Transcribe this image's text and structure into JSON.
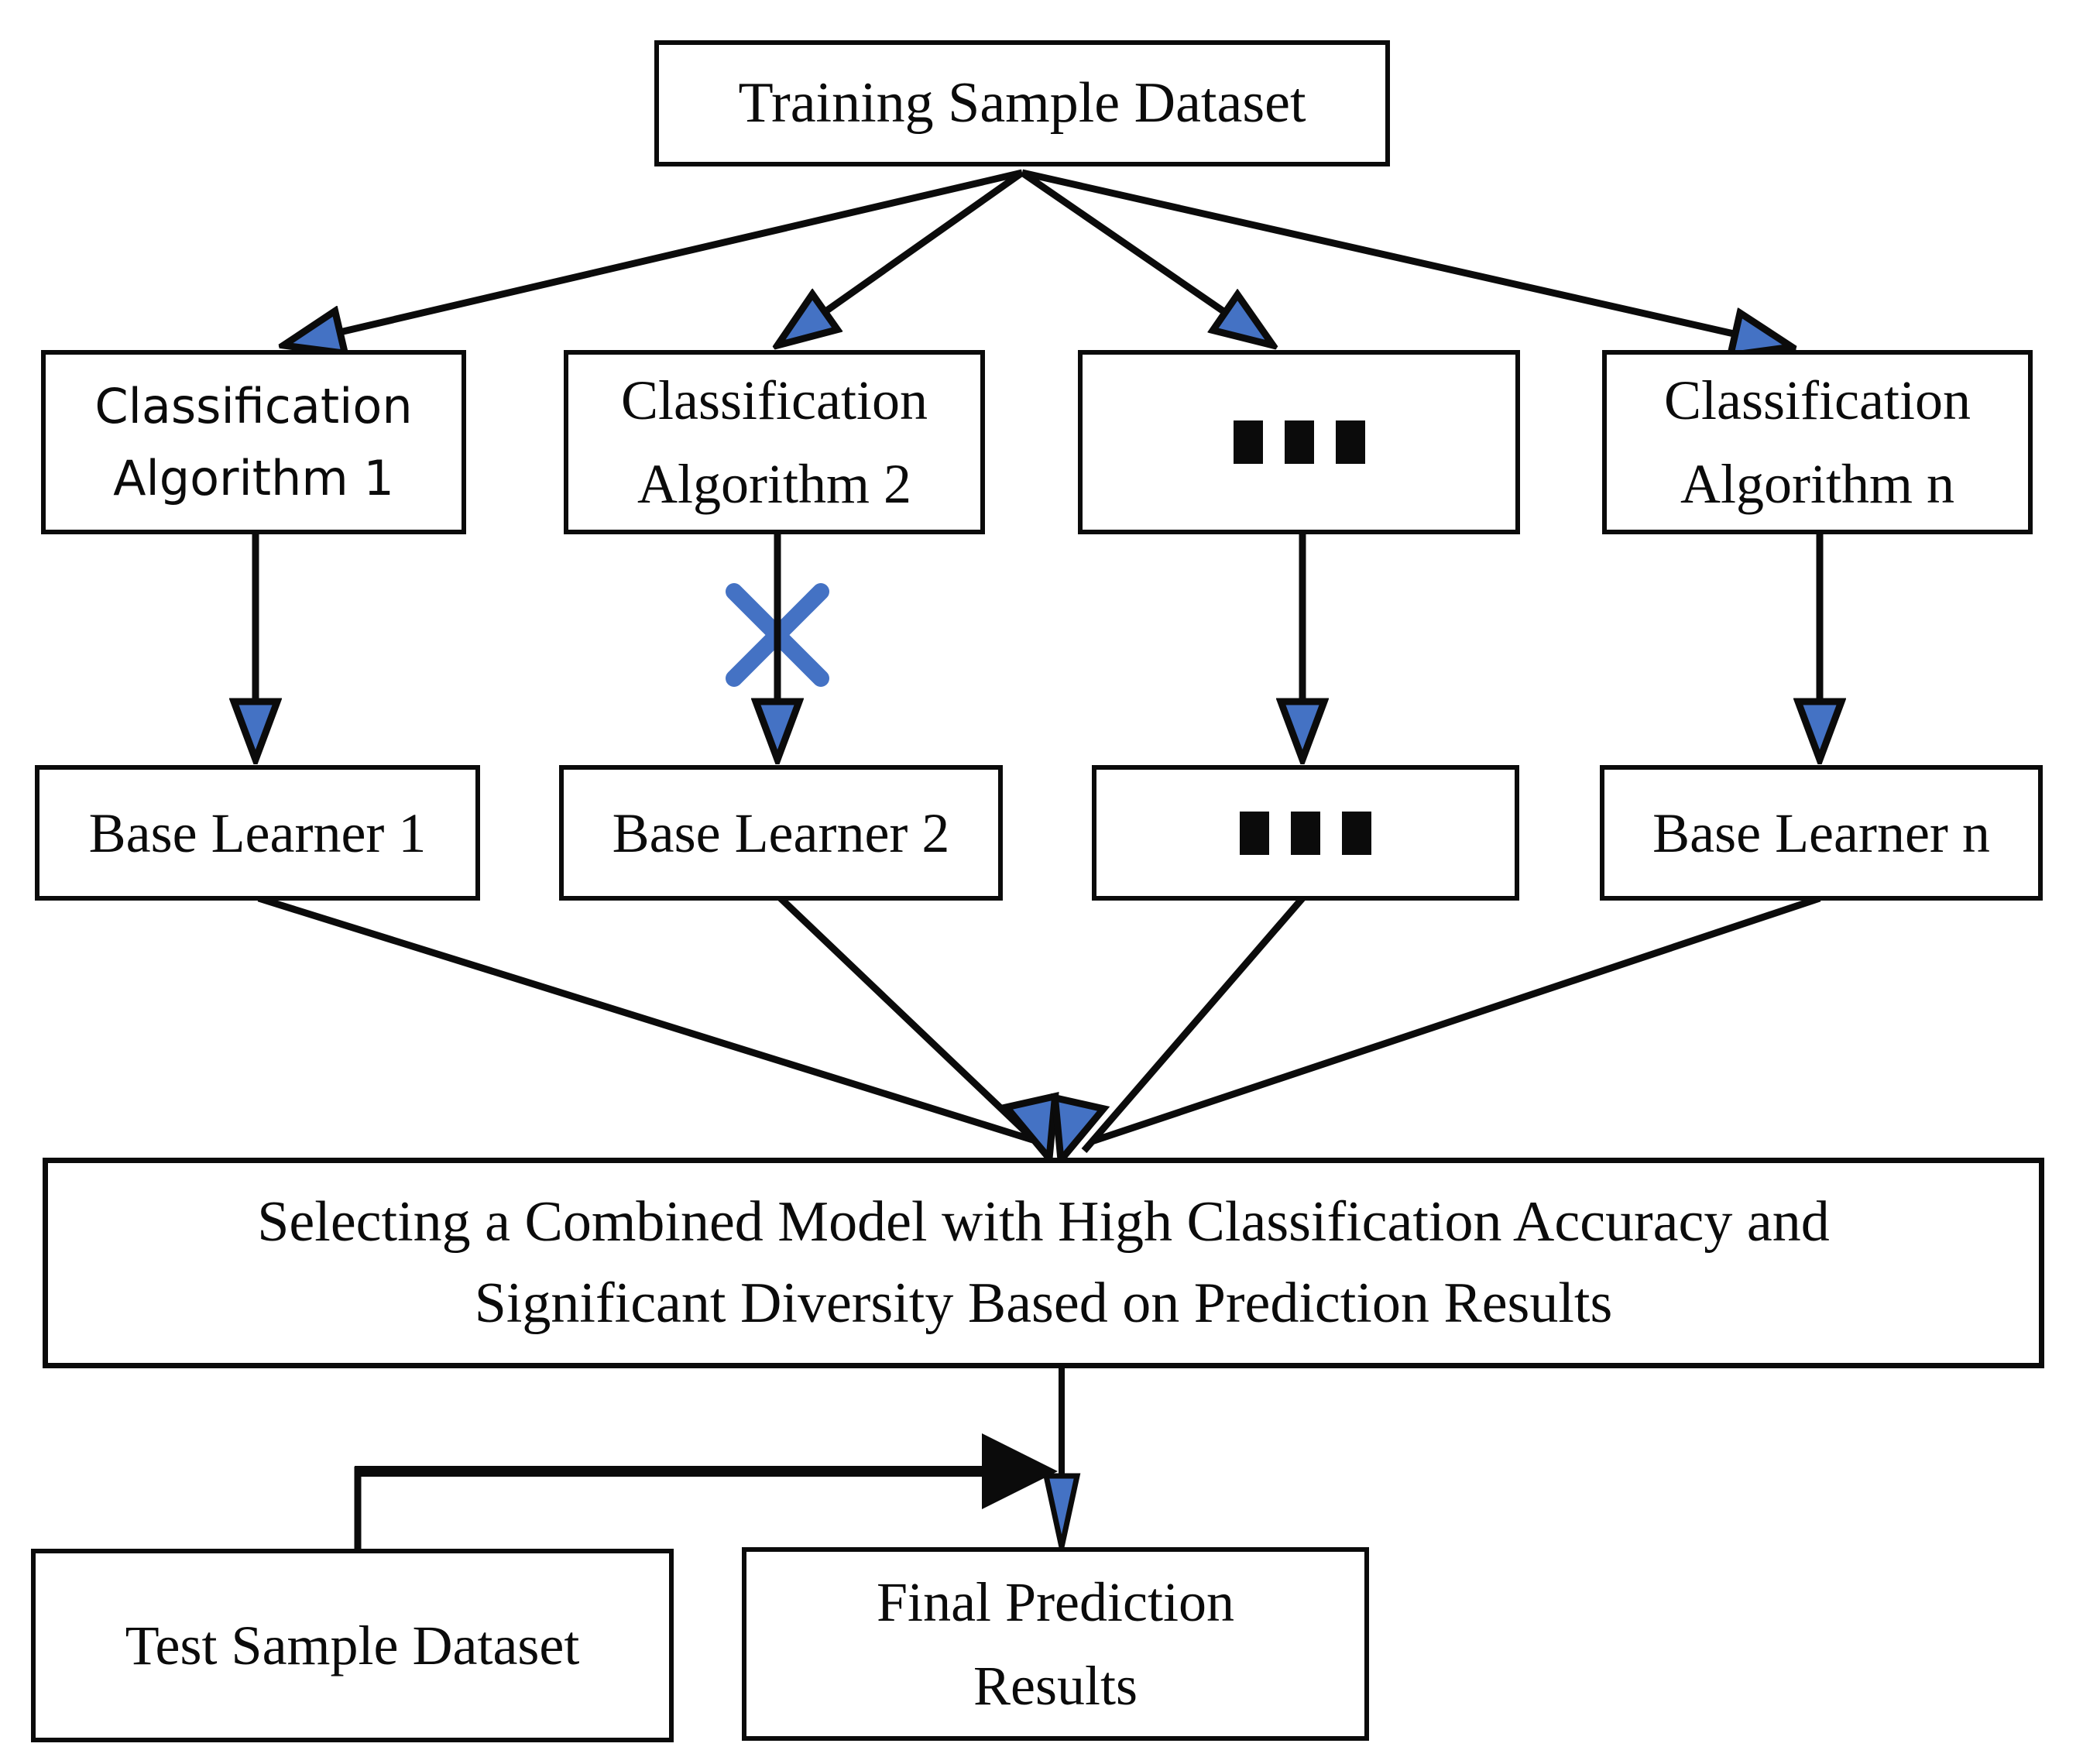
{
  "diagram": {
    "colors": {
      "background": "#ffffff",
      "line": "#0b0b0b",
      "arrowhead_fill": "#4472c4",
      "cross_mark": "#4472c4"
    },
    "nodes": {
      "training": {
        "label": "Training Sample Dataset"
      },
      "algorithm_1": {
        "line1": "Classification",
        "line2": "Algorithm 1"
      },
      "algorithm_2": {
        "line1": "Classification",
        "line2": "Algorithm 2"
      },
      "algorithm_ellipsis": {
        "label": "..."
      },
      "algorithm_n": {
        "line1": "Classification",
        "line2": "Algorithm n"
      },
      "base_learner_1": {
        "label": "Base Learner 1"
      },
      "base_learner_2": {
        "label": "Base Learner 2"
      },
      "base_learner_ellipsis": {
        "label": "..."
      },
      "base_learner_n": {
        "label": "Base Learner n"
      },
      "selection": {
        "line1": "Selecting a Combined Model with High Classification Accuracy and",
        "line2": "Significant Diversity Based on Prediction Results"
      },
      "test": {
        "label": "Test Sample Dataset"
      },
      "final": {
        "line1": "Final Prediction",
        "line2": "Results"
      }
    }
  }
}
